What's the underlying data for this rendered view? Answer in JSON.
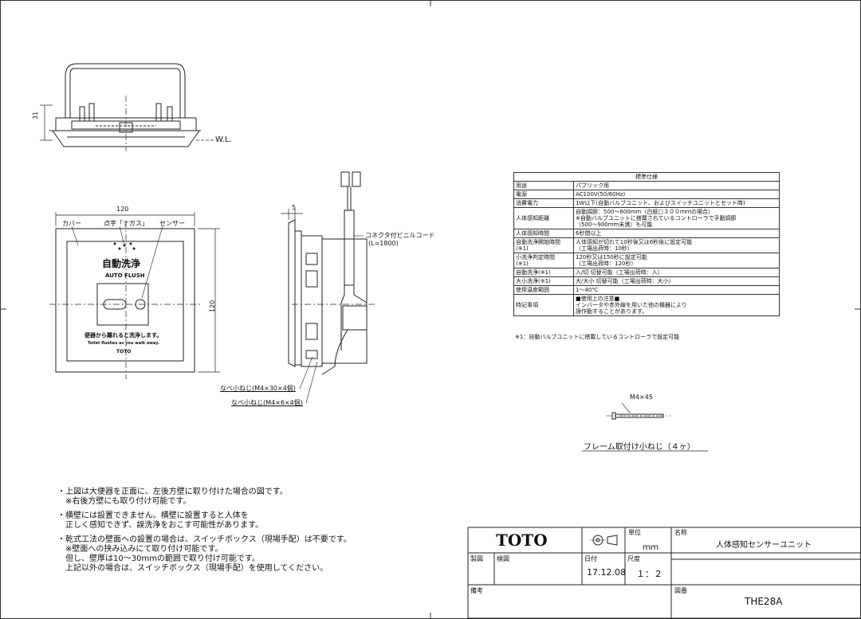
{
  "front_view": {
    "width_dim": "120",
    "height_dim": "120",
    "label_cover": "カバー",
    "label_braille": "点字「ナガス」",
    "label_sensor": "センサー",
    "panel_title": "自動洗浄",
    "panel_subtitle": "AUTO FLUSH",
    "panel_message_jp": "便器から離れると洗浄します。",
    "panel_message_en": "Toilet  flushes as you walk away.",
    "panel_brand": "TOTO"
  },
  "top_view": {
    "height_dim": "31",
    "water_level": "W.L."
  },
  "side_view": {
    "depth_dim": "5",
    "cord_label": "コネクタ付ビニルコード",
    "cord_length": "(L=1800)",
    "screw1": "なべ小ねじ(M4×30×4個)",
    "screw2": "なべ小ねじ(M4×6×4個)"
  },
  "frame_screw": {
    "size": "M4×45",
    "caption": "フレーム取付け小ねじ（４ヶ）"
  },
  "spec_table": {
    "header": "標準仕様",
    "rows": [
      {
        "k": "用途",
        "v": "パブリック用"
      },
      {
        "k": "電源",
        "v": "AC100V(50/60Hz)"
      },
      {
        "k": "消費電力",
        "v": "1W以下(自動バルブユニット、およびスイッチユニットとセット時)"
      },
      {
        "k": "人体感知距離",
        "v": "自動調節：500～800mm（白紙□３００ｍｍの場合）\n※自動バルブユニットに搭載されているコントローラで手動調節\n（500～900mm未満）も可能"
      },
      {
        "k": "人体感知時間",
        "v": "6秒間以上"
      },
      {
        "k": "自動洗浄開始時間\n(※1)",
        "v": "人体感知が切れて10秒後又は6秒後に設定可能\n（工場出荷時：10秒）"
      },
      {
        "k": "小洗浄判定時間\n(※1)",
        "v": "120秒又は150秒に設定可能\n（工場出荷時：120秒）"
      },
      {
        "k": "自動洗浄(※1)",
        "v": "入/切 切替可能（工場出荷時：入）"
      },
      {
        "k": "大小洗浄(※1)",
        "v": "大/大小 切替可能（工場出荷時：大小）"
      },
      {
        "k": "使用温度範囲",
        "v": "1～40℃"
      },
      {
        "k": "特記事項",
        "v": "■使用上の注意■\nインバータや赤外線を用いた他の機器により\n誤作動することがあります。"
      }
    ],
    "footnote": "※1：自動バルブユニットに搭載しているコントローラで設定可能"
  },
  "notes": [
    "・上図は大便器を正面に、左後方壁に取り付けた場合の図です。\n　※右後方壁にも取り付け可能です。",
    "・横壁には設置できません。横壁に設置すると人体を\n　正しく感知できず、誤洗浄をおこす可能性があります。",
    "・乾式工法の壁面への設置の場合は、スイッチボックス（現場手配）は不要です。\n　※壁面への挟み込みにて取り付け可能です。\n　但し、壁厚は10～30mmの範囲で取り付け可能です。\n　上記以外の場合は、スイッチボックス（現場手配）を使用してください。"
  ],
  "title_block": {
    "brand": "TOTO",
    "unit_label": "単位",
    "unit": "ｍｍ",
    "name_label": "名称",
    "name": "人体感知センサーユニット",
    "drawn_label": "製図",
    "checked_label": "検図",
    "date_label": "日付",
    "date": "17.12.08",
    "scale_label": "尺度",
    "scale": "１：２",
    "remarks_label": "備考",
    "drawing_no_label": "図番",
    "drawing_no": "THE28A"
  }
}
